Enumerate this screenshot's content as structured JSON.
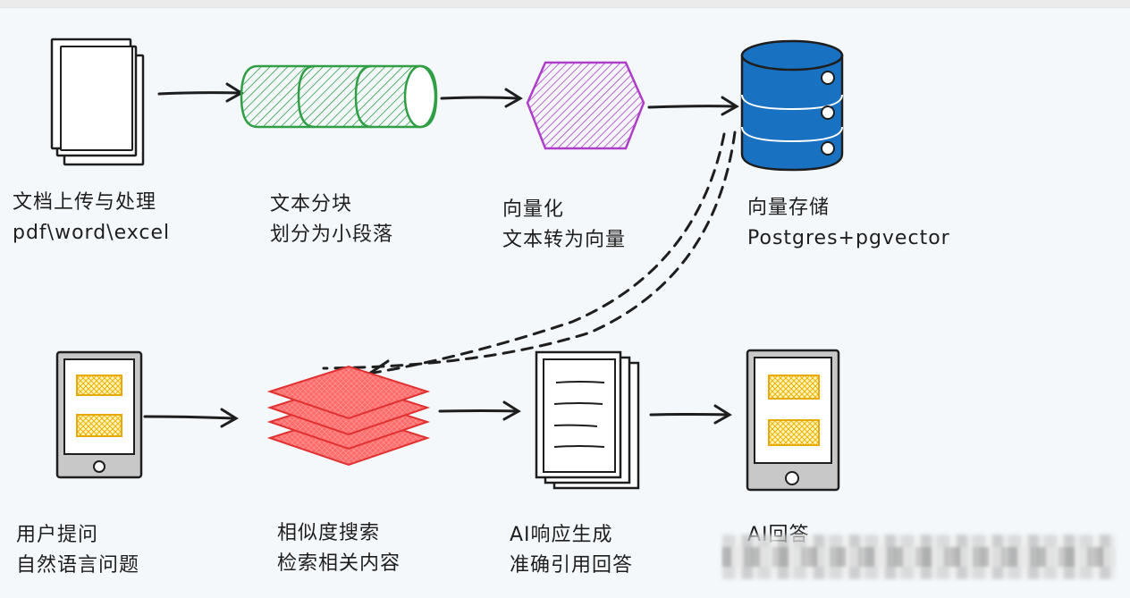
{
  "steps": [
    {
      "line1": "文档上传与处理",
      "line2": "pdf\\word\\excel"
    },
    {
      "line1": "文本分块",
      "line2": "划分为小段落"
    },
    {
      "line1": "向量化",
      "line2": "文本转为向量"
    },
    {
      "line1": "向量存储",
      "line2": "Postgres+pgvector"
    },
    {
      "line1": "用户提问",
      "line2": "自然语言问题"
    },
    {
      "line1": "相似度搜索",
      "line2": "检索相关内容"
    },
    {
      "line1": "AI响应生成",
      "line2": "准确引用回答"
    },
    {
      "line1": "AI回答",
      "line2": ""
    }
  ],
  "colors": {
    "chunk_green": "#2f9e44",
    "vector_purple": "#ae3ec9",
    "db_blue": "#1971c2",
    "search_red": "#ff6b6b",
    "phone_yellow": "#ffd43b",
    "stroke": "#1e1e1e"
  },
  "icons": [
    "document-stack-icon",
    "cylinder-chunks-icon",
    "hexagon-icon",
    "database-icon",
    "phone-icon",
    "layers-icon",
    "response-docs-icon",
    "phone-icon"
  ]
}
